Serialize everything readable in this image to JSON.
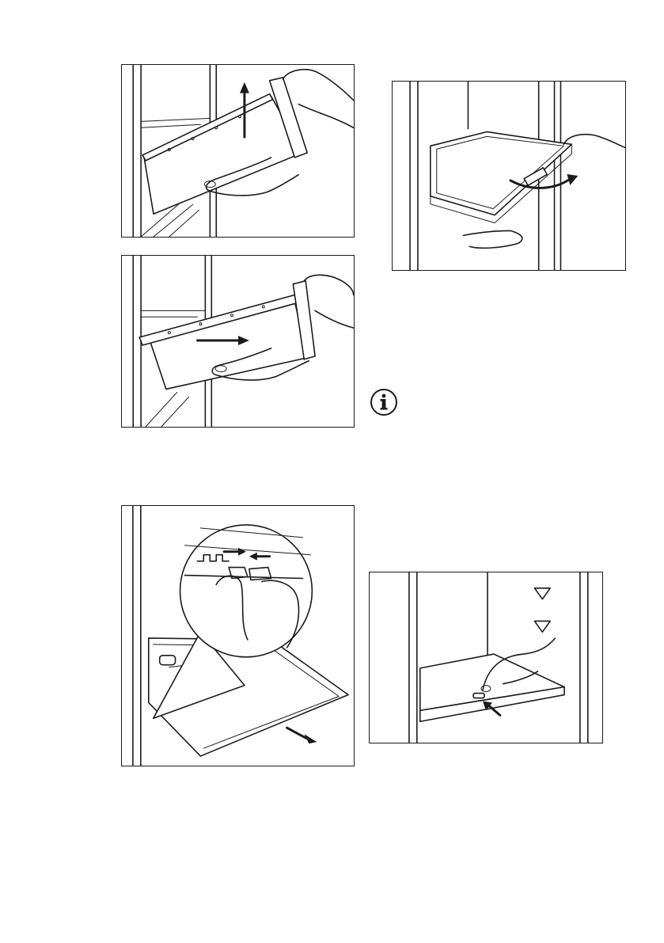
{
  "page": {
    "figures": [
      {
        "id": "fig1",
        "depicts": "drawer-lift-out"
      },
      {
        "id": "fig2",
        "depicts": "drawer-slide-in"
      },
      {
        "id": "fig3",
        "depicts": "shelf-clip-release-detail"
      },
      {
        "id": "fig4",
        "depicts": "glass-shelf-tilt"
      },
      {
        "id": "fig5",
        "depicts": "bottom-shelf-press"
      }
    ],
    "info_icon": {
      "icon": "info-icon",
      "glyph": "i"
    }
  },
  "colors": {
    "line": "#1a1a1a",
    "paper": "#ffffff",
    "grey": "#7a7a7a"
  }
}
